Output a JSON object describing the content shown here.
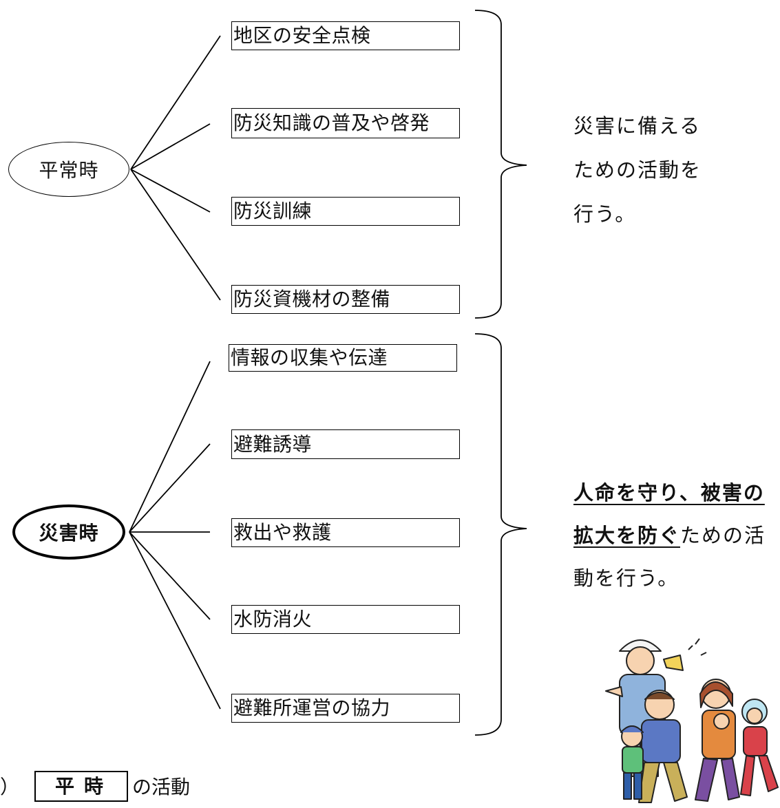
{
  "diagram": {
    "peacetime": {
      "label": "平常時",
      "items": [
        "地区の安全点検",
        "防災知識の普及や啓発",
        "防災訓練",
        "防災資機材の整備"
      ],
      "description_lines": [
        "災害に備える",
        "ための活動を",
        "行う。"
      ]
    },
    "disaster": {
      "label": "災害時",
      "items": [
        "情報の収集や伝達",
        "避難誘導",
        "救出や救護",
        "水防消火",
        "避難所運営の協力"
      ],
      "description": {
        "line1_em": "人命を守り、被害の",
        "line2_em": "拡大を防ぐ",
        "line2_rest": "ための活",
        "line3": "動を行う。"
      }
    }
  },
  "footer": {
    "paren": "）",
    "boxed": "平時",
    "suffix": "の活動"
  },
  "illustration": {
    "icon": "evacuation-family-illustration"
  }
}
